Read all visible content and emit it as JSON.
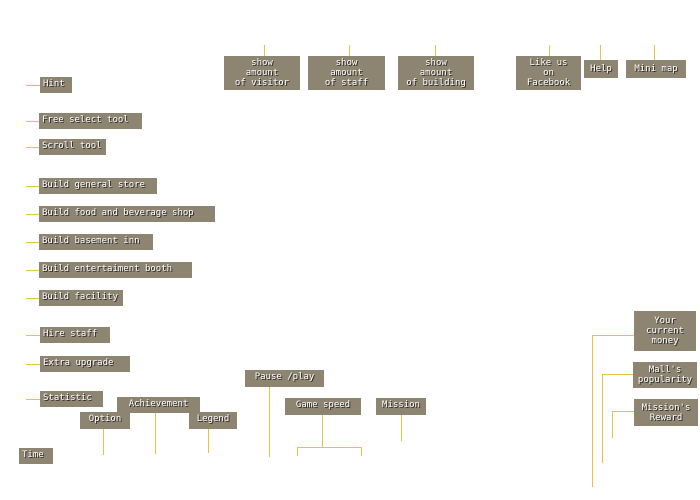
{
  "left_labels": {
    "hint": "Hint",
    "free_select": "Free select tool",
    "scroll": "Scroll tool",
    "general_store": "Build general store",
    "food_shop": "Build food and beverage shop",
    "basement_inn": "Build basement inn",
    "entertainment_booth": "Build entertaiment booth",
    "facility": "Build facility",
    "hire_staff": "Hire staff",
    "extra_upgrade": "Extra upgrade",
    "statistic": "Statistic",
    "time": "Time"
  },
  "top_labels": {
    "visitor": "show\namount\nof visitor",
    "staff": "show\namount\nof staff",
    "building": "show\namount\nof building",
    "facebook": "Like us\non\nFacebook",
    "help": "Help",
    "minimap": "Mini map"
  },
  "bottom_labels": {
    "option": "Option",
    "achievement": "Achievement",
    "legend": "Legend",
    "pause_play": "Pause /play",
    "game_speed": "Game speed",
    "mission": "Mission"
  },
  "right_labels": {
    "money": "Your\ncurrent\nmoney",
    "popularity": "Mall's\npopularity",
    "reward": "Mission's\nReward"
  },
  "colors": {
    "label_bg": "#8d8472",
    "line": "#e8c245",
    "label_text": "#ffffff"
  }
}
